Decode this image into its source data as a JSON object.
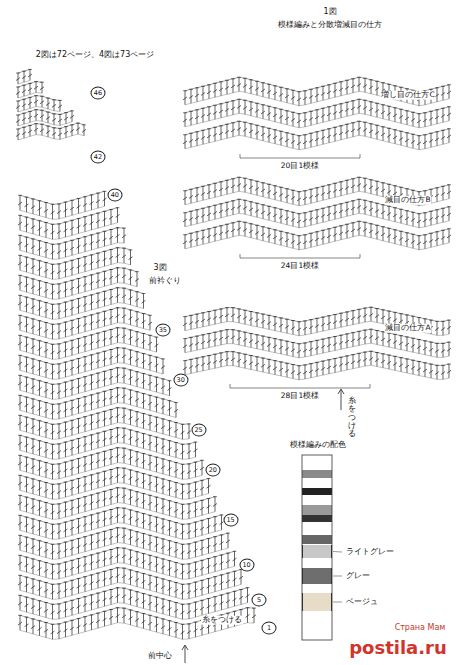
{
  "diagram": {
    "labels": [
      "2図は72ページ、4図は73ページ",
      "46",
      "42",
      "40",
      "3図",
      "前衿ぐり",
      "35",
      "30",
      "25",
      "20",
      "15",
      "10",
      "5",
      "1",
      "糸をつける",
      "前中心",
      "1図",
      "模様編みと分散増減目の仕方",
      "増し目の仕方C",
      "20目1模様",
      "減目の仕方B",
      "24目1模様",
      "減目の仕方A",
      "28目1模様",
      "糸をつける",
      "模様編みの配色",
      "postila.ru",
      "Страна Мам"
    ],
    "legend": [
      {
        "text": "ライトグレー",
        "color": "#c8c8c8"
      },
      {
        "text": "グレー",
        "color": "#6e6e6e"
      },
      {
        "text": "ベージュ",
        "color": "#e6dcc8"
      }
    ]
  }
}
